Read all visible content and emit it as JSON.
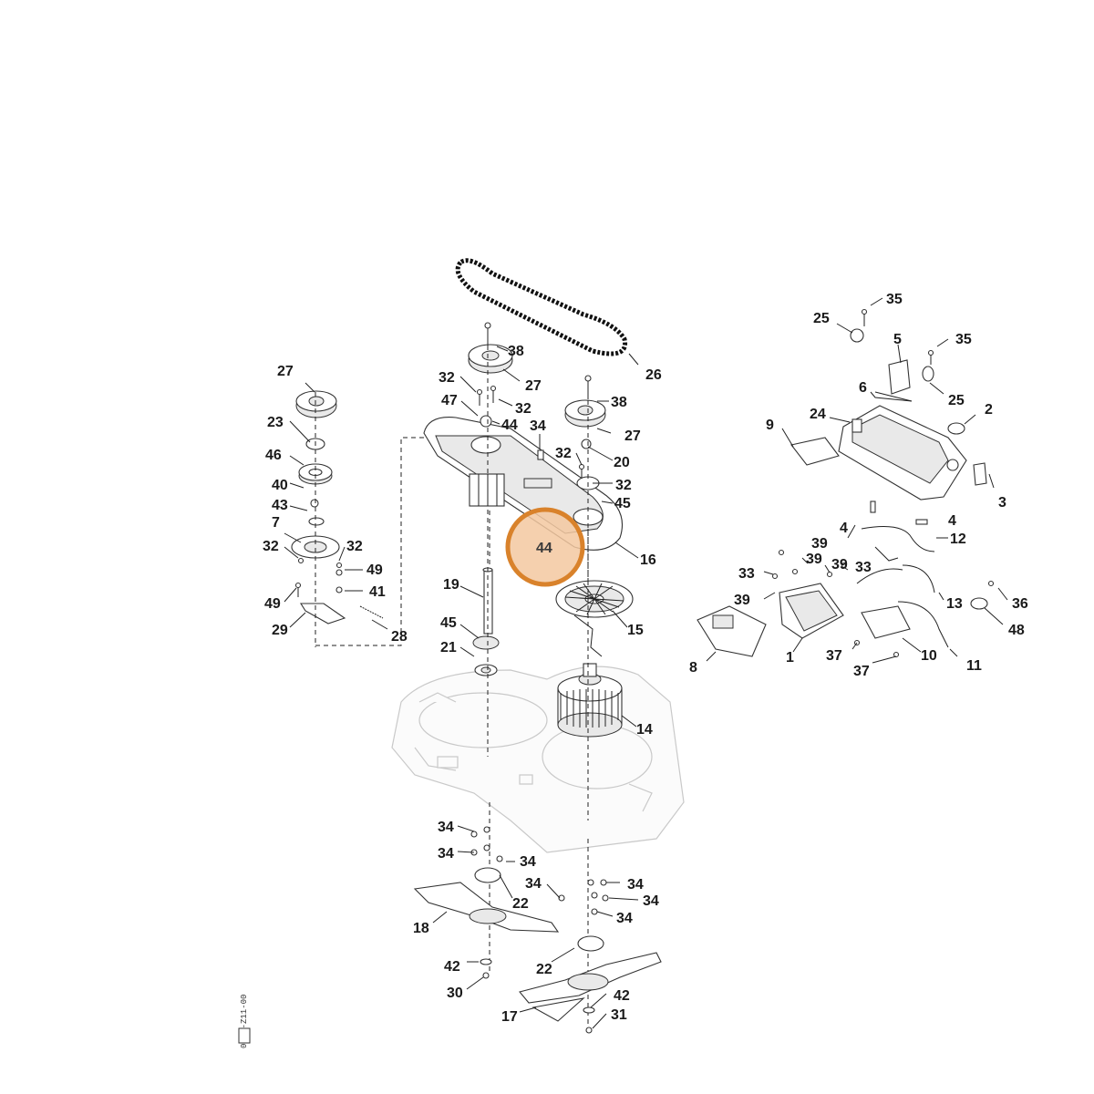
{
  "highlight": {
    "part": "44",
    "color": "#d9822b"
  },
  "labels": [
    {
      "id": "l35a",
      "text": "35"
    },
    {
      "id": "l25a",
      "text": "25"
    },
    {
      "id": "l5",
      "text": "5"
    },
    {
      "id": "l35b",
      "text": "35"
    },
    {
      "id": "l6",
      "text": "6"
    },
    {
      "id": "l25b",
      "text": "25"
    },
    {
      "id": "l2",
      "text": "2"
    },
    {
      "id": "l24",
      "text": "24"
    },
    {
      "id": "l9",
      "text": "9"
    },
    {
      "id": "l3",
      "text": "3"
    },
    {
      "id": "l4a",
      "text": "4"
    },
    {
      "id": "l4b",
      "text": "4"
    },
    {
      "id": "l39a",
      "text": "39"
    },
    {
      "id": "l39b",
      "text": "39"
    },
    {
      "id": "l12",
      "text": "12"
    },
    {
      "id": "l33a",
      "text": "33"
    },
    {
      "id": "l39c",
      "text": "39"
    },
    {
      "id": "l33b",
      "text": "33"
    },
    {
      "id": "l36",
      "text": "36"
    },
    {
      "id": "l39d",
      "text": "39"
    },
    {
      "id": "l13",
      "text": "13"
    },
    {
      "id": "l48",
      "text": "48"
    },
    {
      "id": "l1",
      "text": "1"
    },
    {
      "id": "l37a",
      "text": "37"
    },
    {
      "id": "l10",
      "text": "10"
    },
    {
      "id": "l8",
      "text": "8"
    },
    {
      "id": "l37b",
      "text": "37"
    },
    {
      "id": "l11",
      "text": "11"
    },
    {
      "id": "l38a",
      "text": "38"
    },
    {
      "id": "l26",
      "text": "26"
    },
    {
      "id": "l27a",
      "text": "27"
    },
    {
      "id": "l32a",
      "text": "32"
    },
    {
      "id": "l38b",
      "text": "38"
    },
    {
      "id": "l47",
      "text": "47"
    },
    {
      "id": "l32b",
      "text": "32"
    },
    {
      "id": "l44a",
      "text": "44"
    },
    {
      "id": "l34a",
      "text": "34"
    },
    {
      "id": "l27b",
      "text": "27"
    },
    {
      "id": "l32c",
      "text": "32"
    },
    {
      "id": "l20",
      "text": "20"
    },
    {
      "id": "l32d",
      "text": "32"
    },
    {
      "id": "l45a",
      "text": "45"
    },
    {
      "id": "l16",
      "text": "16"
    },
    {
      "id": "l19",
      "text": "19"
    },
    {
      "id": "l15",
      "text": "15"
    },
    {
      "id": "l45b",
      "text": "45"
    },
    {
      "id": "l21",
      "text": "21"
    },
    {
      "id": "l14",
      "text": "14"
    },
    {
      "id": "l27c",
      "text": "27"
    },
    {
      "id": "l23",
      "text": "23"
    },
    {
      "id": "l46",
      "text": "46"
    },
    {
      "id": "l40",
      "text": "40"
    },
    {
      "id": "l43",
      "text": "43"
    },
    {
      "id": "l7",
      "text": "7"
    },
    {
      "id": "l32e",
      "text": "32"
    },
    {
      "id": "l32f",
      "text": "32"
    },
    {
      "id": "l49a",
      "text": "49"
    },
    {
      "id": "l41",
      "text": "41"
    },
    {
      "id": "l49b",
      "text": "49"
    },
    {
      "id": "l29",
      "text": "29"
    },
    {
      "id": "l28",
      "text": "28"
    },
    {
      "id": "l34b",
      "text": "34"
    },
    {
      "id": "l34c",
      "text": "34"
    },
    {
      "id": "l34d",
      "text": "34"
    },
    {
      "id": "l34e",
      "text": "34"
    },
    {
      "id": "l34f",
      "text": "34"
    },
    {
      "id": "l34g",
      "text": "34"
    },
    {
      "id": "l22a",
      "text": "22"
    },
    {
      "id": "l34h",
      "text": "34"
    },
    {
      "id": "l18",
      "text": "18"
    },
    {
      "id": "l42a",
      "text": "42"
    },
    {
      "id": "l22b",
      "text": "22"
    },
    {
      "id": "l30",
      "text": "30"
    },
    {
      "id": "l42b",
      "text": "42"
    },
    {
      "id": "l17",
      "text": "17"
    },
    {
      "id": "l31",
      "text": "31"
    }
  ],
  "drawing_ref": "0822-Z11-00"
}
